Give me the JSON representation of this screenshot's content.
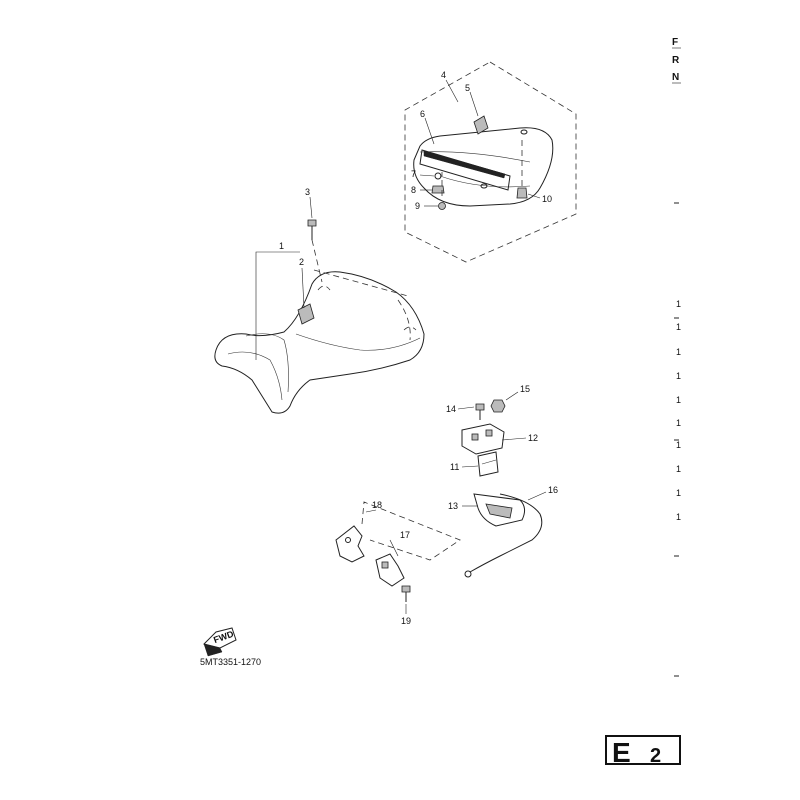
{
  "header_letters": [
    "F",
    "R",
    "N"
  ],
  "callouts": {
    "c1": "1",
    "c2": "2",
    "c3": "3",
    "c4": "4",
    "c5": "5",
    "c6": "6",
    "c7": "7",
    "c8": "8",
    "c9": "9",
    "c10": "10",
    "c11": "11",
    "c12": "12",
    "c13": "13",
    "c14": "14",
    "c15": "15",
    "c16": "16",
    "c17": "17",
    "c18": "18",
    "c19": "19"
  },
  "right_margin_digits": [
    "1",
    "1",
    "1",
    "1",
    "1",
    "1",
    "1",
    "1",
    "1",
    "1"
  ],
  "fwd_label": "FWD",
  "diagram_code": "5MT3351-1270",
  "page_badge": {
    "letter": "E",
    "number": "2"
  }
}
